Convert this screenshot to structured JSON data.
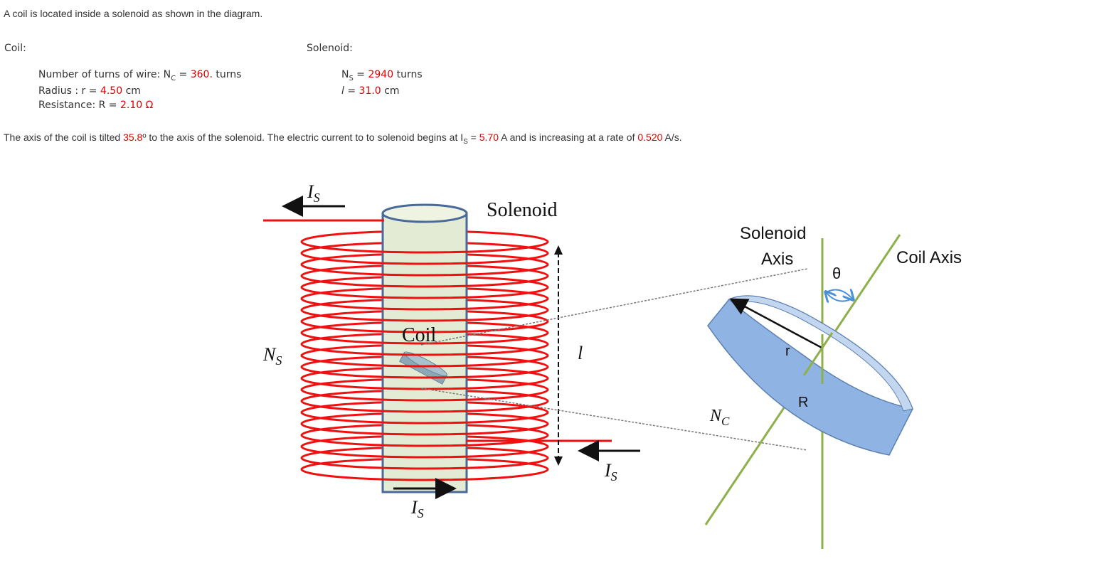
{
  "intro": "A coil is located inside a solenoid as shown in the diagram.",
  "coil": {
    "heading": "Coil:",
    "turns_label": "Number of turns of wire: N",
    "turns_sub": "C",
    "turns_eq": " = ",
    "turns_value": "360.",
    "turns_unit": " turns",
    "radius_label": "Radius : r = ",
    "radius_value": "4.50",
    "radius_unit": " cm",
    "resistance_label": "Resistance: R = ",
    "resistance_value": "2.10",
    "resistance_unit": " Ω"
  },
  "solenoid": {
    "heading": "Solenoid:",
    "turns_label": "N",
    "turns_sub": "S",
    "turns_eq": " = ",
    "turns_value": "2940",
    "turns_unit": " turns",
    "length_label": "l",
    "length_eq": " = ",
    "length_value": "31.0",
    "length_unit": " cm"
  },
  "problem": {
    "part1": "The axis of the coil is tilted ",
    "angle_value": "35.8",
    "part2": "º to the axis of the solenoid. The electric current to to solenoid begins at I",
    "current_sub": "S",
    "part3": " = ",
    "current_value": "5.70",
    "part4": " A and is increasing at a rate of ",
    "rate_value": "0.520",
    "part5": " A/s."
  },
  "diagram": {
    "current_label": "I",
    "current_sub": "S",
    "solenoid_label": "Solenoid",
    "coil_label": "Coil",
    "ns_label": "N",
    "ns_sub": "S",
    "length_label": "l",
    "solenoid_axis_label_1": "Solenoid",
    "solenoid_axis_label_2": "Axis",
    "coil_axis_label": "Coil Axis",
    "theta_label": "θ",
    "radius_label": "r",
    "resistance_label": "R",
    "nc_label": "N",
    "nc_sub": "C",
    "colors": {
      "wire": "#f01010",
      "coil_fill": "#8fb4e3",
      "axis_green": "#8db04a",
      "arrow_blue": "#4a90d9",
      "value_red": "#e00000"
    }
  }
}
